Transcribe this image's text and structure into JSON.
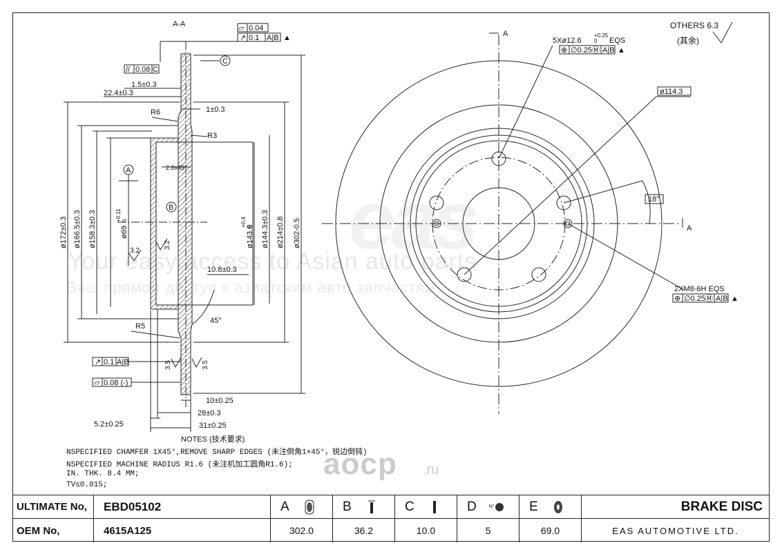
{
  "section_view": {
    "title": "A-A",
    "flatness_tol": "0.04",
    "runout_tol": "0.1",
    "runout_datum": "A|B",
    "parallel_tol": "0.08",
    "parallel_datum": "C",
    "datum_c": "C",
    "datum_a": "A",
    "datum_b": "B",
    "dims": {
      "d_1_5": "1.5±0.3",
      "d_22_4": "22.4±0.3",
      "r6": "R6",
      "d_1": "1±0.3",
      "r3": "R3",
      "chamfer": "2.8x45°",
      "d_172": "ø172±0.3",
      "d_166_5": "ø166.5±0.3",
      "d_158_3": "ø158.3±0.3",
      "d_69": "ø69",
      "d_69_tol": "+0.11",
      "d_69_tol2": "0",
      "d_143_6": "ø143.6",
      "d_143_6_tol": "+0.4",
      "d_143_6_tol2": "0",
      "d_144_3": "ø144.3±0.3",
      "d_214": "ø214±0.8",
      "d_302": "ø302-0.5",
      "rough_3_2a": "3.2",
      "rough_3_2b": "3.2",
      "d_10_8": "10.8±0.3",
      "angle_45": "45°",
      "r5": "R5",
      "lower_runout_tol": "0.1",
      "lower_runout_datum": "A|B",
      "lower_flat_tol": "0.08 (-)",
      "rough_3_5a": "3.5",
      "rough_3_5b": "3.5",
      "d_10": "10±0.25",
      "d_28": "28±0.3",
      "d_5_2": "5.2±0.25",
      "d_31": "31±0.25"
    }
  },
  "front_view": {
    "section_mark": "A",
    "holes_callout": "5Xø12.6",
    "holes_tol_up": "+0.25",
    "holes_tol_low": "0",
    "holes_eqs": "EQS",
    "holes_pos_tol": "∅0.25Ⓜ",
    "holes_datum": "A|B",
    "pcd": "ø114.3",
    "angle": "18°",
    "threads_callout": "2XM8-6H  EQS",
    "threads_pos_tol": "∅0.25Ⓜ",
    "threads_datum": "A|B"
  },
  "others": {
    "label": "OTHERS 6.3",
    "label_cn": "(其余)"
  },
  "notes": {
    "title": "NOTES (技术要求)",
    "lines": [
      "NSPECIFIED CHAMFER 1X45°,REMOVE SHARP EDGES (未注倒角1×45°，锐边倒钝)",
      "NSPECIFIED MACHINE RADIUS R1.6 (未注机加工圆角R1.6);",
      "IN. THK. 8.4 MM;",
      "TV≤0.015;"
    ]
  },
  "watermarks": {
    "line1": "Your easy access to Asian auto parts",
    "line2": "Ваш прямой доступ к азиатским авто запчастям",
    "logo": "eas",
    "aocp": "aocp",
    "aocp_ru": ".ru"
  },
  "spec_table": {
    "ultimate_label": "ULTIMATE No,",
    "ultimate_value": "EBD05102",
    "oem_label": "OEM No,",
    "oem_value": "4615A125",
    "columns": [
      {
        "header": "A",
        "value": "302.0",
        "icon": "disc-diameter-icon"
      },
      {
        "header": "B",
        "value": "36.2",
        "icon": "disc-height-icon"
      },
      {
        "header": "C",
        "value": "10.0",
        "icon": "disc-thickness-icon"
      },
      {
        "header": "D",
        "value": "5",
        "icon": "bolt-count-icon"
      },
      {
        "header": "E",
        "value": "69.0",
        "icon": "center-bore-icon"
      }
    ],
    "icon_d_label": "N°",
    "product": "BRAKE DISC",
    "company": "EAS AUTOMOTIVE LTD."
  }
}
